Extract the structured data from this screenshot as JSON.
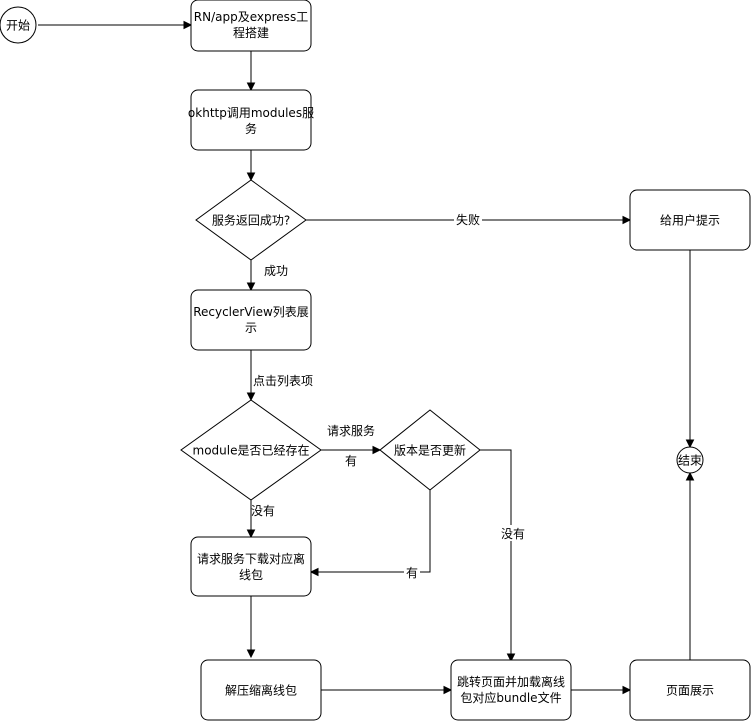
{
  "nodes": {
    "start": "开始",
    "setup": [
      "RN/app及express工",
      "程搭建"
    ],
    "okhttp": [
      "okhttp调用modules服",
      "务"
    ],
    "svc_ok": "服务返回成功?",
    "notify": "给用户提示",
    "recycler": [
      "RecyclerView列表展",
      "示"
    ],
    "module_exists": "module是否已经存在",
    "version_updated": "版本是否更新",
    "end": "结束",
    "download": [
      "请求服务下载对应离",
      "线包"
    ],
    "unzip": "解压缩离线包",
    "jump": [
      "跳转页面并加载离线",
      "包对应bundle文件"
    ],
    "page_show": "页面展示"
  },
  "edges": {
    "fail": "失败",
    "success": "成功",
    "click_item": "点击列表项",
    "request_service": "请求服务",
    "yes_to_version": "有",
    "no_module": "没有",
    "no_update": "没有",
    "yes_update": "有"
  }
}
